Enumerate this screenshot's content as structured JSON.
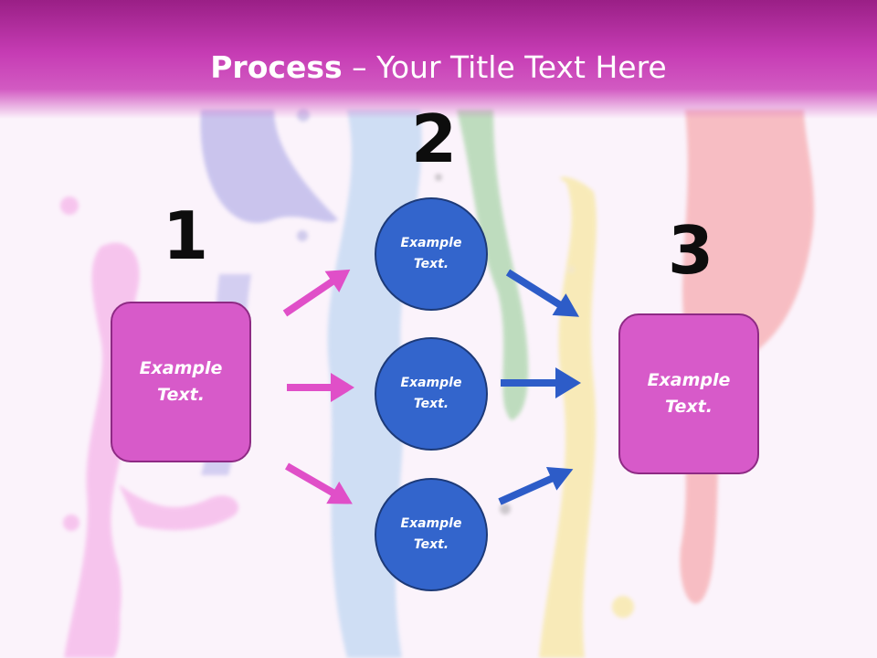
{
  "title": {
    "bold": "Process",
    "rest": " – Your Title Text Here"
  },
  "steps": {
    "one": "1",
    "two": "2",
    "three": "3"
  },
  "boxes": {
    "left": "Example\nText.",
    "right": "Example\nText."
  },
  "circles": {
    "top": "Example\nText.",
    "middle": "Example\nText.",
    "bottom": "Example\nText."
  },
  "colors": {
    "header": "#c63cb4",
    "box_fill": "#d75ac9",
    "circle_fill": "#3365cc",
    "pink_arrow": "#e04fc8",
    "blue_arrow": "#2d5cc8"
  }
}
